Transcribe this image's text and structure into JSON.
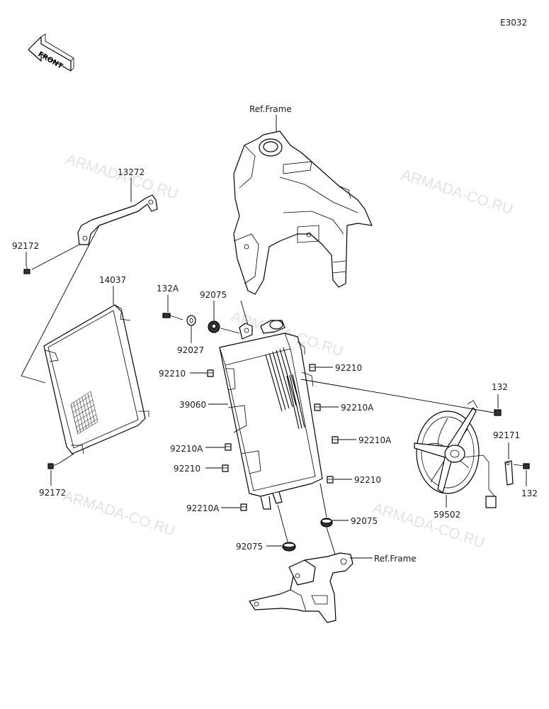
{
  "diagram_code": "E3032",
  "front_label": "FRONT",
  "watermark": "ARMADA-CO.RU",
  "ref_frame_label": "Ref.Frame",
  "labels": {
    "p13272": "13272",
    "p92172_top": "92172",
    "p14037": "14037",
    "p132A": "132A",
    "p92075_top": "92075",
    "p92027": "92027",
    "p92210_left_top": "92210",
    "p39060": "39060",
    "p92210A_left_mid": "92210A",
    "p92210_left_low": "92210",
    "p92210A_left_bottom": "92210A",
    "p92172_bottom": "92172",
    "p92210_right_top": "92210",
    "p92210A_right_1": "92210A",
    "p92210A_right_2": "92210A",
    "p92210_right_low": "92210",
    "p92075_right": "92075",
    "p92075_bottom": "92075",
    "p132_top": "132",
    "p92171": "92171",
    "p132_bottom": "132",
    "p59502": "59502"
  }
}
